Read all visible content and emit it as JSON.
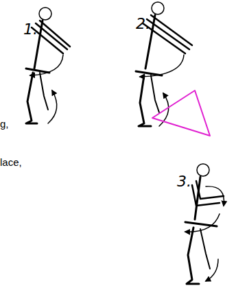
{
  "diagram": {
    "labels": [
      "1.",
      "2.",
      "3.",
      "g,",
      "lace,"
    ]
  }
}
